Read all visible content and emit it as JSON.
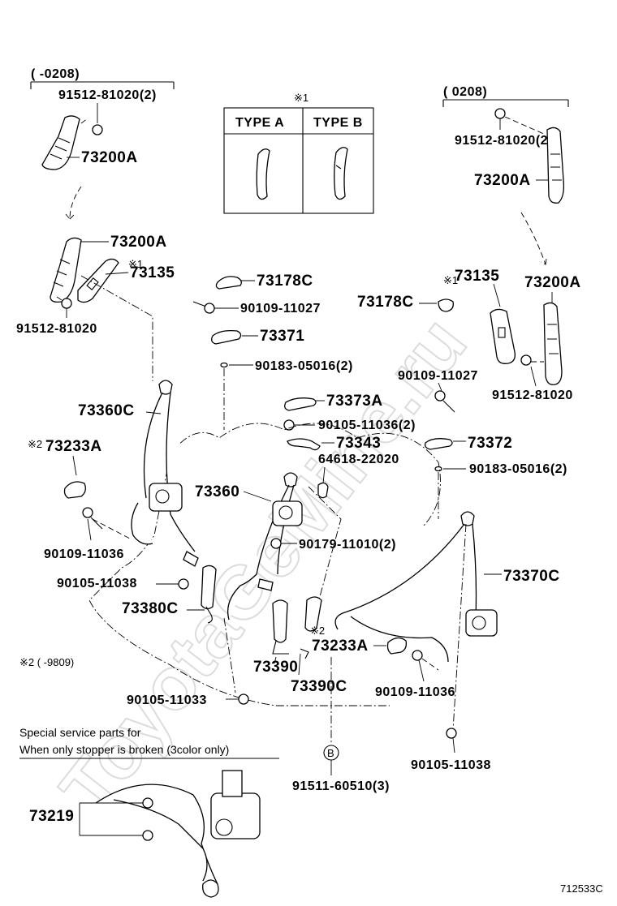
{
  "watermark": "ToyotaGeMine.ru",
  "figure_code": "712533C",
  "type_table": {
    "marker": "※1",
    "col_a": "TYPE  A",
    "col_b": "TYPE  B"
  },
  "date_ranges": {
    "left": "(       -0208)",
    "right": "(       0208)"
  },
  "parts": {
    "p_91512_81020_2_left": "91512-81020(2)",
    "p_73200A_top_left": "73200A",
    "p_73200A_mid_left": "73200A",
    "p_73135_left": "73135",
    "p_73135_left_marker": "※1",
    "p_91512_81020_left": "91512-81020",
    "p_91512_81020_2_right": "91512-81020(2)",
    "p_73200A_top_right": "73200A",
    "p_73135_right_marker": "※1",
    "p_73135_right": "73135",
    "p_73200A_mid_right": "73200A",
    "p_91512_81020_right": "91512-81020",
    "p_73178C_center": "73178C",
    "p_90109_11027_center": "90109-11027",
    "p_73371": "73371",
    "p_90183_05016_2_center": "90183-05016(2)",
    "p_73178C_right": "73178C",
    "p_90109_11027_right": "90109-11027",
    "p_73360C": "73360C",
    "p_73373A": "73373A",
    "p_90105_11036_2": "90105-11036(2)",
    "p_73343": "73343",
    "p_73372": "73372",
    "p_64618_22020": "64618-22020",
    "p_90183_05016_2_right": "90183-05016(2)",
    "p_73233A_left_marker": "※2",
    "p_73233A_left": "73233A",
    "p_73360": "73360",
    "p_90179_11010_2": "90179-11010(2)",
    "p_73370C": "73370C",
    "p_90109_11036_left": "90109-11036",
    "p_90105_11038_left": "90105-11038",
    "p_73380C": "73380C",
    "p_73233A_right_marker": "※2",
    "p_73233A_right": "73233A",
    "p_73390": "73390",
    "p_73390C": "73390C",
    "p_90109_11036_right": "90109-11036",
    "p_90105_11033": "90105-11033",
    "p_90105_11038_right": "90105-11038",
    "p_91511_60510_3": "91511-60510(3)",
    "p_b_marker": "B",
    "p_73219": "73219"
  },
  "notes": {
    "note2": "※2 (       -9809)",
    "special_line1": "Special  service  parts  for",
    "special_line2": "When  only  stopper  is  broken  (3color  only)"
  }
}
